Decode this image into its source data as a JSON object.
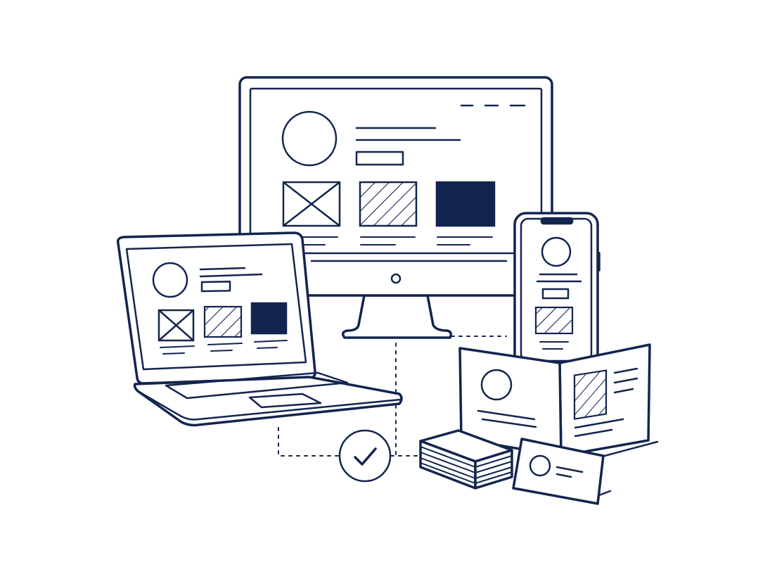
{
  "illustration": {
    "colors": {
      "ink": "#13244f",
      "background": "#ffffff"
    },
    "devices": [
      "desktop-monitor",
      "laptop",
      "smartphone",
      "folded-brochure",
      "business-card",
      "card-stack"
    ],
    "icons": {
      "connector_center": "checkmark-icon"
    }
  }
}
